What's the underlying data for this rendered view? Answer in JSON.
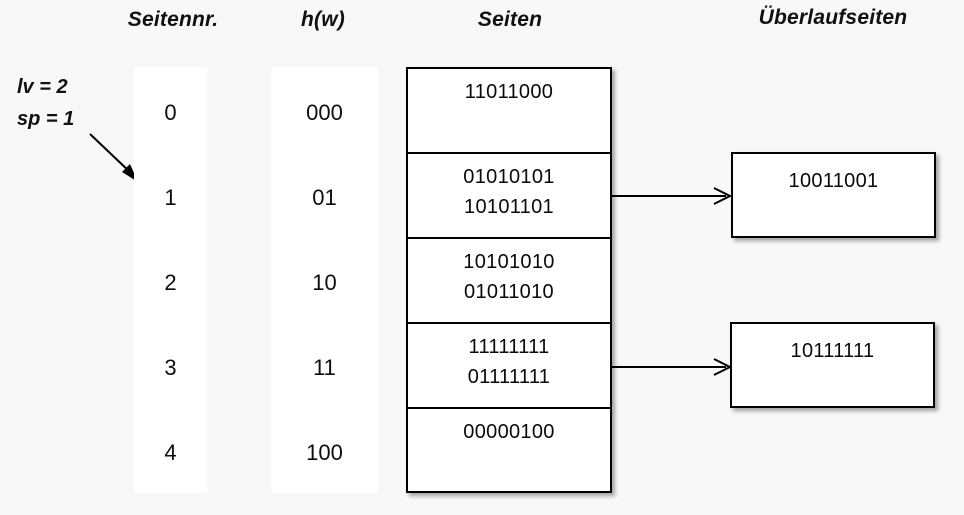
{
  "headers": {
    "seitennr": "Seitennr.",
    "hw": "h(w)",
    "seiten": "Seiten",
    "ueberlaufseiten": "Überlaufseiten"
  },
  "params": {
    "lv": "lv = 2",
    "sp": "sp = 1"
  },
  "rows": [
    {
      "seitennr": "0",
      "hw": "000",
      "records": [
        "11011000"
      ]
    },
    {
      "seitennr": "1",
      "hw": "01",
      "records": [
        "01010101",
        "10101101"
      ]
    },
    {
      "seitennr": "2",
      "hw": "10",
      "records": [
        "10101010",
        "01011010"
      ]
    },
    {
      "seitennr": "3",
      "hw": "11",
      "records": [
        "11111111",
        "01111111"
      ]
    },
    {
      "seitennr": "4",
      "hw": "100",
      "records": [
        "00000100"
      ]
    }
  ],
  "overflow_pages": [
    {
      "records": [
        "10011001"
      ],
      "from_row": 1
    },
    {
      "records": [
        "10111111"
      ],
      "from_row": 3
    }
  ],
  "colors": {
    "background": "#f8f8f8",
    "page_fill": "#ffffff",
    "stroke": "#000000",
    "text": "#0a0a0a"
  }
}
